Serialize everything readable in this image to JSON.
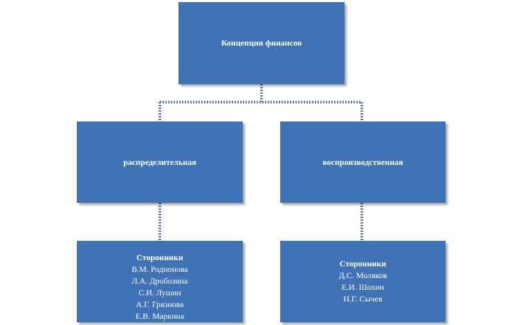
{
  "root": {
    "label": "Концепции финансов"
  },
  "branches": [
    {
      "label": "распределительная",
      "supporters_title": "Сторонники",
      "supporters": [
        "В.М. Роднонова",
        "Л.А. Дробозина",
        "С.И. Лушин",
        "А.Г. Грязнова",
        "Е.В. Маркина"
      ]
    },
    {
      "label": "воспроизводственная",
      "supporters_title": "Сторонники",
      "supporters": [
        "Д.С. Моляков",
        "Е.И. Шохин",
        "Н.Г. Сычев"
      ]
    }
  ],
  "colors": {
    "box_fill": "#3f73b5",
    "connector": "#5f7fb8",
    "text": "#ffffff"
  }
}
